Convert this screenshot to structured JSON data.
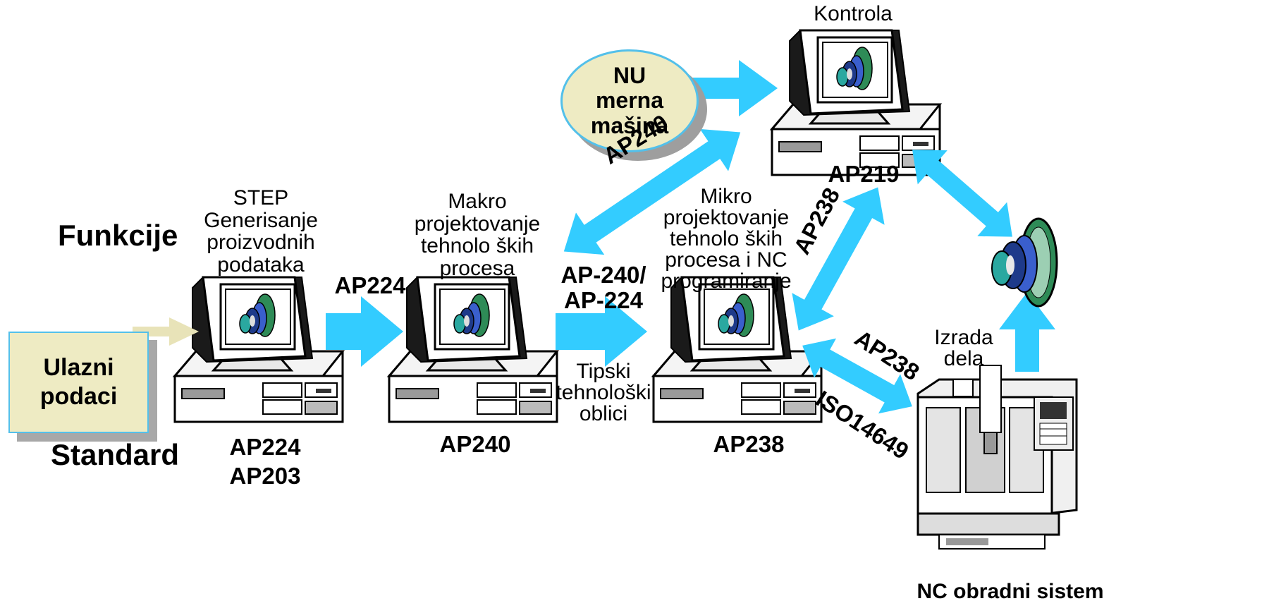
{
  "input_box": {
    "line1": "Ulazni",
    "line2": "podaci"
  },
  "row_labels": {
    "functions": "Funkcije",
    "standard": "Standard"
  },
  "stations": [
    {
      "function": [
        "STEP",
        "Generisanje",
        "proizvodnih",
        "podataka"
      ],
      "standard": [
        "AP224",
        "AP203"
      ]
    },
    {
      "function": [
        "Makro",
        "projektovanje",
        "tehnolo ških",
        "procesa"
      ],
      "standard": [
        "AP240"
      ]
    },
    {
      "function": [
        "Mikro",
        "projektovanje",
        "tehnolo ških",
        "procesa i NC",
        "programiranje"
      ],
      "standard": [
        "AP238"
      ]
    }
  ],
  "control": {
    "label": "Kontrola",
    "standard": "AP219"
  },
  "measuring_machine": [
    "NU",
    "merna",
    "mašina"
  ],
  "machining": {
    "label": [
      "Izrada",
      "dela"
    ],
    "system": "NC obradni sistem"
  },
  "flow_labels": {
    "ap224": "AP224",
    "ap240_224": [
      "AP-240/",
      "AP-224"
    ],
    "tipski": [
      "Tipski",
      "tehnološki",
      "oblici"
    ],
    "ap240_diag": "AP240",
    "ap238_diag": "AP238",
    "ap238_nc": "AP238",
    "iso": "ISO14649"
  },
  "colors": {
    "arrow": "#33ccff",
    "box_fill": "#eeebc3",
    "box_border": "#53c0ea",
    "input_arrow": "#e8e3b8"
  }
}
